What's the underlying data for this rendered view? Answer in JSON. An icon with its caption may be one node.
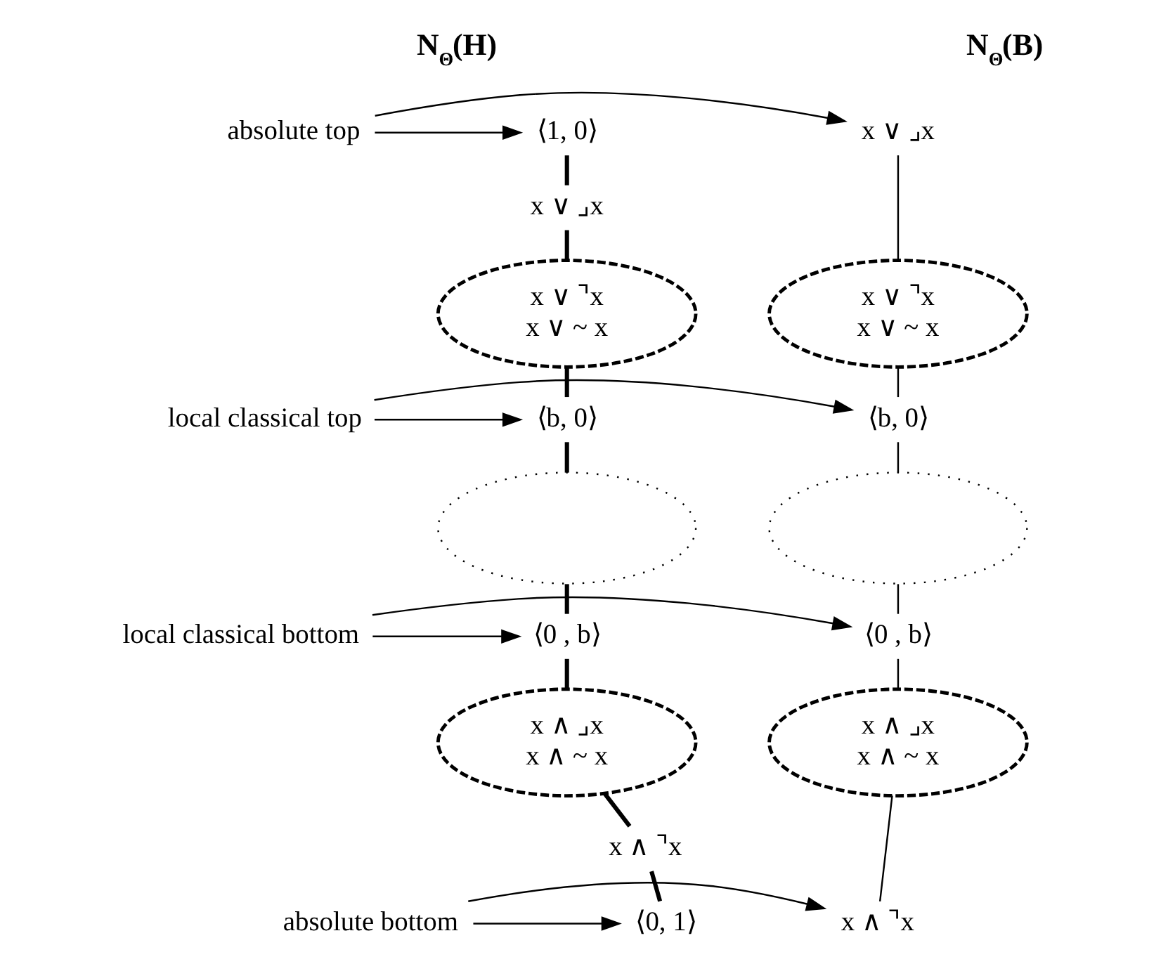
{
  "diagram": {
    "nodes": [
      {
        "text": [
          "⟨1, 0⟩"
        ]
      },
      {
        "text": [
          "x ∨ ⌟x"
        ]
      },
      {
        "text": [
          "x ∨ ⌝x",
          "x ∨ ~ x"
        ]
      },
      {
        "text": [
          "⟨b, 0⟩"
        ]
      },
      {
        "text": [],
        "shape": "ellipse"
      },
      {
        "text": [
          "⟨0 , b⟩"
        ]
      },
      {
        "text": [
          "x ∧ ⌟x",
          "x ∧ ~ x"
        ]
      },
      {
        "text": [
          "x ∧ ⌝x"
        ]
      },
      {
        "text": [
          "⟨0, 1⟩"
        ]
      },
      {
        "text": [
          "absolute top"
        ]
      },
      {
        "text": [
          "local classical top"
        ]
      },
      {
        "text": [
          "local classical bottom"
        ]
      },
      {
        "text": [
          "absolute bottom"
        ]
      },
      {
        "text": [
          "x ∨ ⌟x"
        ]
      },
      {
        "text": [
          "x ∨ ⌝x",
          "x ∨ ~ x"
        ]
      },
      {
        "text": [
          "⟨b, 0⟩"
        ]
      },
      {
        "text": [],
        "shape": "ellipse"
      },
      {
        "text": [
          "⟨0 , b⟩"
        ]
      },
      {
        "text": [
          "x ∧ ⌟x",
          "x ∧ ~ x"
        ]
      },
      {
        "text": [
          "x ∧ ⌝x"
        ]
      }
    ],
    "edges": [
      {
        "from": 0,
        "to": 1,
        "arrow": "none",
        "style": "thick"
      },
      {
        "from": 1,
        "to": 2,
        "arrow": "none",
        "style": "thick"
      },
      {
        "from": 2,
        "to": 3,
        "arrow": "none",
        "style": "thick"
      },
      {
        "from": 3,
        "to": 4,
        "arrow": "none",
        "style": "thick"
      },
      {
        "from": 4,
        "to": 5,
        "arrow": "none",
        "style": "thick"
      },
      {
        "from": 5,
        "to": 6,
        "arrow": "none",
        "style": "thick"
      },
      {
        "from": 6,
        "to": 7,
        "arrow": "none",
        "style": "thick"
      },
      {
        "from": 7,
        "to": 8,
        "arrow": "none",
        "style": "thick"
      },
      {
        "from": 13,
        "to": 14,
        "arrow": "none"
      },
      {
        "from": 14,
        "to": 15,
        "arrow": "none"
      },
      {
        "from": 15,
        "to": 16,
        "arrow": "none"
      },
      {
        "from": 16,
        "to": 17,
        "arrow": "none"
      },
      {
        "from": 17,
        "to": 18,
        "arrow": "none"
      },
      {
        "from": 18,
        "to": 19,
        "arrow": "none"
      },
      {
        "from": 9,
        "to": 0,
        "arrow": "to"
      },
      {
        "from": 9,
        "to": 13,
        "arrow": "to"
      },
      {
        "from": 10,
        "to": 3,
        "arrow": "to"
      },
      {
        "from": 10,
        "to": 15,
        "arrow": "to"
      },
      {
        "from": 11,
        "to": 5,
        "arrow": "to"
      },
      {
        "from": 11,
        "to": 17,
        "arrow": "to"
      },
      {
        "from": 12,
        "to": 8,
        "arrow": "to"
      },
      {
        "from": 12,
        "to": 19,
        "arrow": "to"
      }
    ],
    "labels": [
      "N$_{Θ}$(H)",
      "N$_{Θ}$(B)"
    ]
  }
}
